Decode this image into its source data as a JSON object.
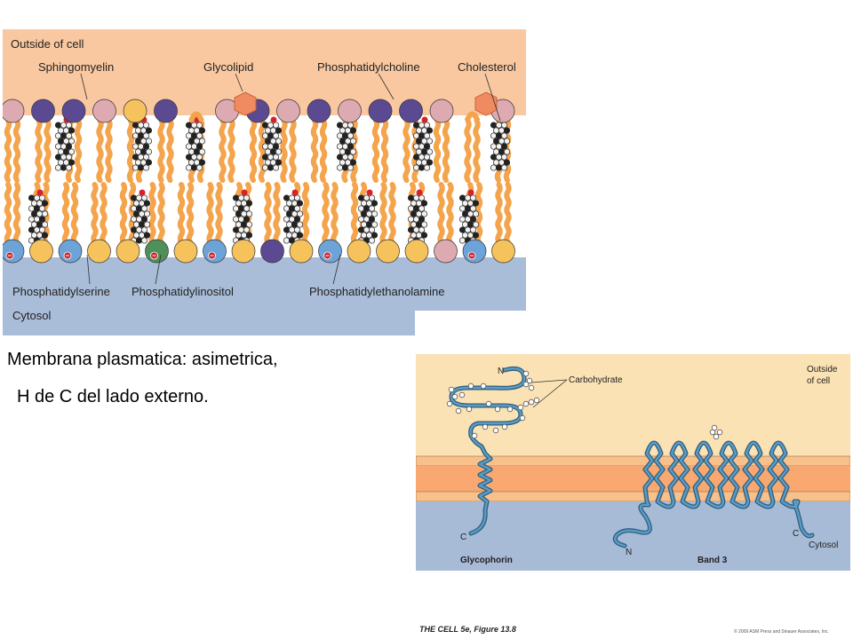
{
  "membrane_figure": {
    "outside_label": "Outside of cell",
    "cytosol_label": "Cytosol",
    "top_labels": [
      "Sphingomyelin",
      "Glycolipid",
      "Phosphatidylcholine",
      "Cholesterol"
    ],
    "bottom_labels": [
      "Phosphatidylserine",
      "Phosphatidylinositol",
      "Phosphatidylethanolamine"
    ],
    "colors": {
      "outside": "#f9c8a0",
      "cytosol": "#a9bcd8",
      "tail": "#f4a44c",
      "sphingomyelin": "#5b4a92",
      "phosphatidylcholine": "#dcaab0",
      "phosphatidylserine": "#6ca3d8",
      "phosphatidylinositol": "#4f8f5a",
      "phosphatidylethanolamine": "#f6c25c",
      "glycolipid_sugar": "#f08a60"
    }
  },
  "caption": {
    "line1": "Membrana plasmatica: asimetrica,",
    "line2": "H de C del lado externo."
  },
  "protein_figure": {
    "outside_label_line1": "Outside",
    "outside_label_line2": "of cell",
    "carbohydrate_label": "Carbohydrate",
    "cytosol_label": "Cytosol",
    "glycophorin_label": "Glycophorin",
    "band3_label": "Band 3",
    "n_label": "N",
    "c_label": "C",
    "colors": {
      "outside": "#fbe2b4",
      "membrane": "#f8a870",
      "cytosol": "#a7bad6",
      "protein": "#3e7fa8"
    }
  },
  "credit": "THE CELL 5e, Figure 13.8",
  "copyright": "© 2009 ASM Press and Sinauer Associates, Inc."
}
